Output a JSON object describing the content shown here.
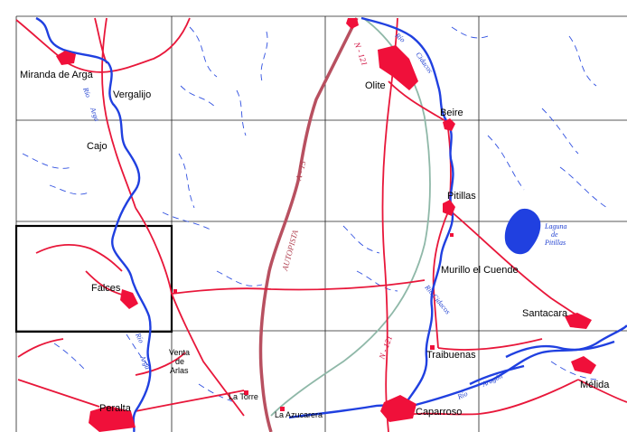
{
  "map": {
    "colors": {
      "background": "#ffffff",
      "grid": "#222222",
      "highlight_cell": "#000000",
      "river": "#2040e0",
      "stream": "#3050e0",
      "road": "#e8173a",
      "motorway": "#b85060",
      "railway": "#8fb8a8",
      "town": "#f0103a"
    },
    "towns": {
      "miranda": "Miranda de Arga",
      "vergalijo": "Vergalijo",
      "cajo": "Cajo",
      "olite": "Olite",
      "beire": "Beire",
      "pitillas": "Pitillas",
      "murillo": "Murillo el Cuende",
      "santacara": "Santacara",
      "falces": "Falces",
      "venta1": "Venta",
      "venta2": "de",
      "venta3": "Arlas",
      "traibuenas": "Traibuenas",
      "latorre": "La Torre",
      "peralta": "Peralta",
      "azucarera": "La Azucarera",
      "caparroso": "Caparroso",
      "melida": "Mélida"
    },
    "water": {
      "laguna1": "Laguna",
      "laguna2": "de",
      "laguna3": "Pitillas",
      "rio_arga_north1": "Río",
      "rio_arga_north2": "Arga",
      "rio_arga_south1": "Río",
      "rio_arga_south2": "Arga",
      "rio_cidacos_north1": "Río",
      "rio_cidacos_north2": "Cidacos",
      "rio_cidacos_south1": "Río",
      "rio_cidacos_south2": "Cidacos",
      "rio_aragon1": "Río",
      "rio_aragon2": "Aragón"
    },
    "roads": {
      "n121_north": "N - 121",
      "n121_south": "N - 121",
      "a15": "A - 15",
      "autopista": "AUTOPISTA"
    }
  }
}
